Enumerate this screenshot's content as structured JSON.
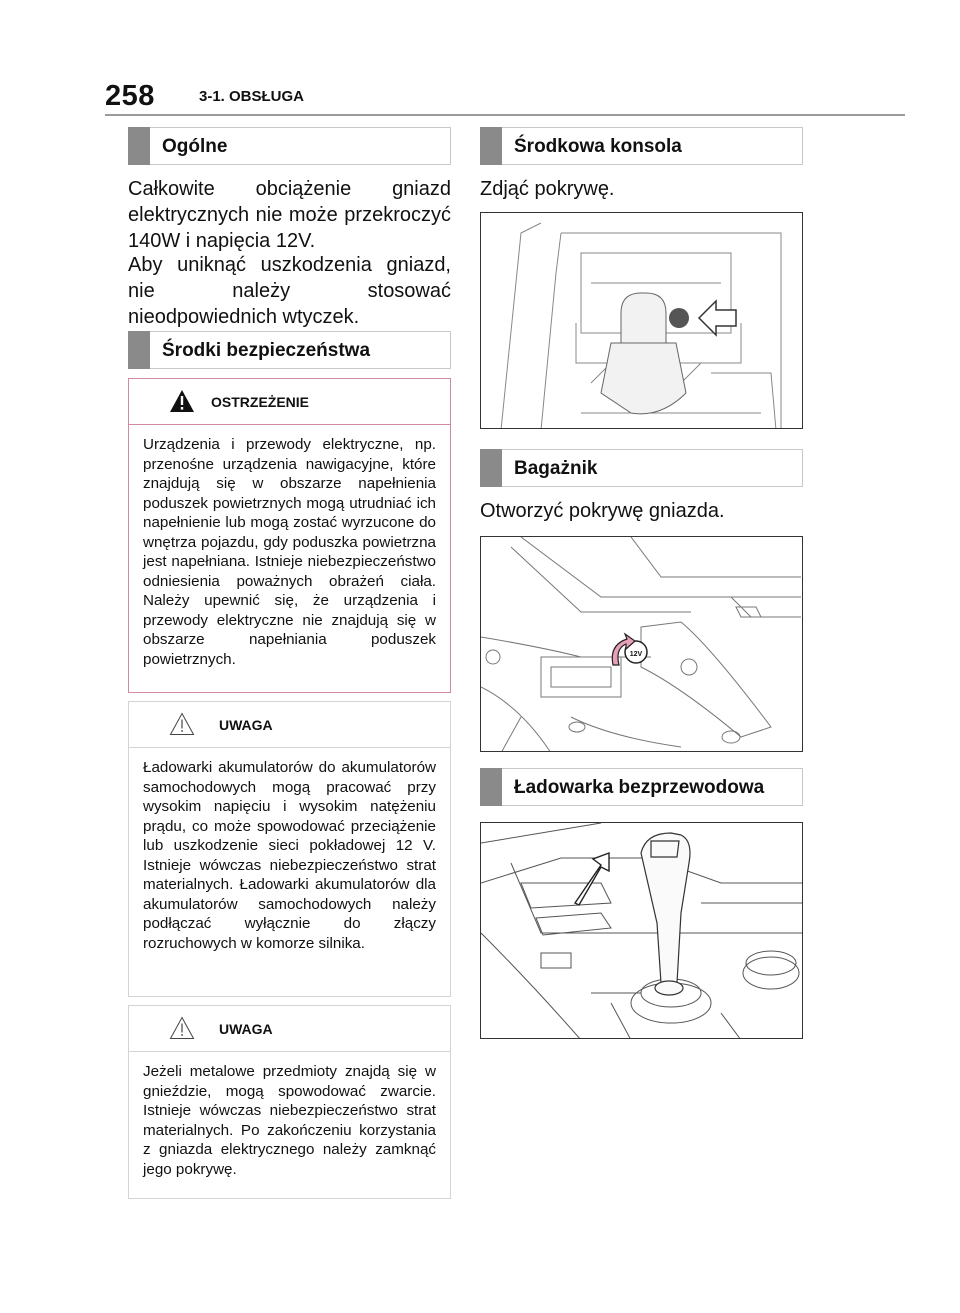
{
  "header": {
    "page_number": "258",
    "chapter": "3-1. OBSŁUGA"
  },
  "left": {
    "general": {
      "heading": "Ogólne",
      "paragraphs": [
        "Całkowite obciążenie gniazd elektrycznych nie może przekroczyć 140W i napięcia 12V.",
        "Aby uniknąć uszkodzenia gniazd, nie należy stosować nieodpowiednich wtyczek."
      ]
    },
    "safety": {
      "heading": "Środki bezpieczeństwa"
    },
    "warning": {
      "title": "OSTRZEŻENIE",
      "text": "Urządzenia i przewody elektryczne, np. przenośne urządzenia nawigacyjne, które znajdują się w obszarze napełnienia poduszek powietrznych mogą utrudniać ich napełnienie lub mogą zostać wyrzucone do wnętrza pojazdu, gdy poduszka powietrzna jest napełniana. Istnieje niebezpieczeństwo odniesienia poważnych obrażeń ciała. Należy upewnić się, że urządzenia i przewody elektryczne nie znajdują się w obszarze napełniania poduszek powietrznych."
    },
    "caution1": {
      "title": "UWAGA",
      "text": "Ładowarki akumulatorów do akumulatorów samochodowych mogą pracować przy wysokim napięciu i wysokim natężeniu prądu, co może spowodować przeciążenie lub uszkodzenie sieci pokładowej 12 V. Istnieje wówczas niebezpieczeństwo strat materialnych. Ładowarki akumulatorów dla akumulatorów samochodowych należy podłączać wyłącznie do złączy rozruchowych w komorze silnika."
    },
    "caution2": {
      "title": "UWAGA",
      "text": "Jeżeli metalowe przedmioty znajdą się w gnieździe, mogą spowodować zwarcie. Istnieje wówczas niebezpieczeństwo strat materialnych. Po zakończeniu korzystania z gniazda elektrycznego należy zamknąć jego pokrywę."
    }
  },
  "right": {
    "console": {
      "heading": "Środkowa konsola",
      "text": "Zdjąć pokrywę."
    },
    "trunk": {
      "heading": "Bagażnik",
      "text": "Otworzyć pokrywę gniazda.",
      "socket_label": "12V"
    },
    "wireless": {
      "heading": "Ładowarka bezprzewodowa"
    }
  },
  "colors": {
    "tab": "#8a8a8a",
    "warning_border": "#d08aa8",
    "arrow_fill": "#e8a0b8"
  },
  "icons": [
    "warning-triangle-icon",
    "caution-triangle-icon"
  ]
}
